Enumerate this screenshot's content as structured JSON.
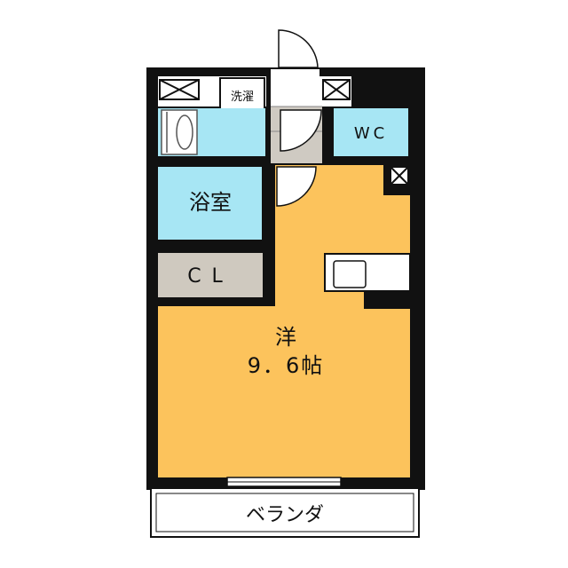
{
  "rooms": {
    "washer": "洗濯",
    "wc": "WC",
    "bath": "浴室",
    "closet": "CL",
    "western_name": "洋",
    "western_size": "9．6帖",
    "veranda": "ベランダ"
  },
  "colors": {
    "wall": "#111111",
    "floor_western": "#fcc35c",
    "floor_wet": "#a7e6f4",
    "floor_closet": "#cfc9bf",
    "floor_hall": "#cfcac2",
    "background": "#ffffff"
  }
}
